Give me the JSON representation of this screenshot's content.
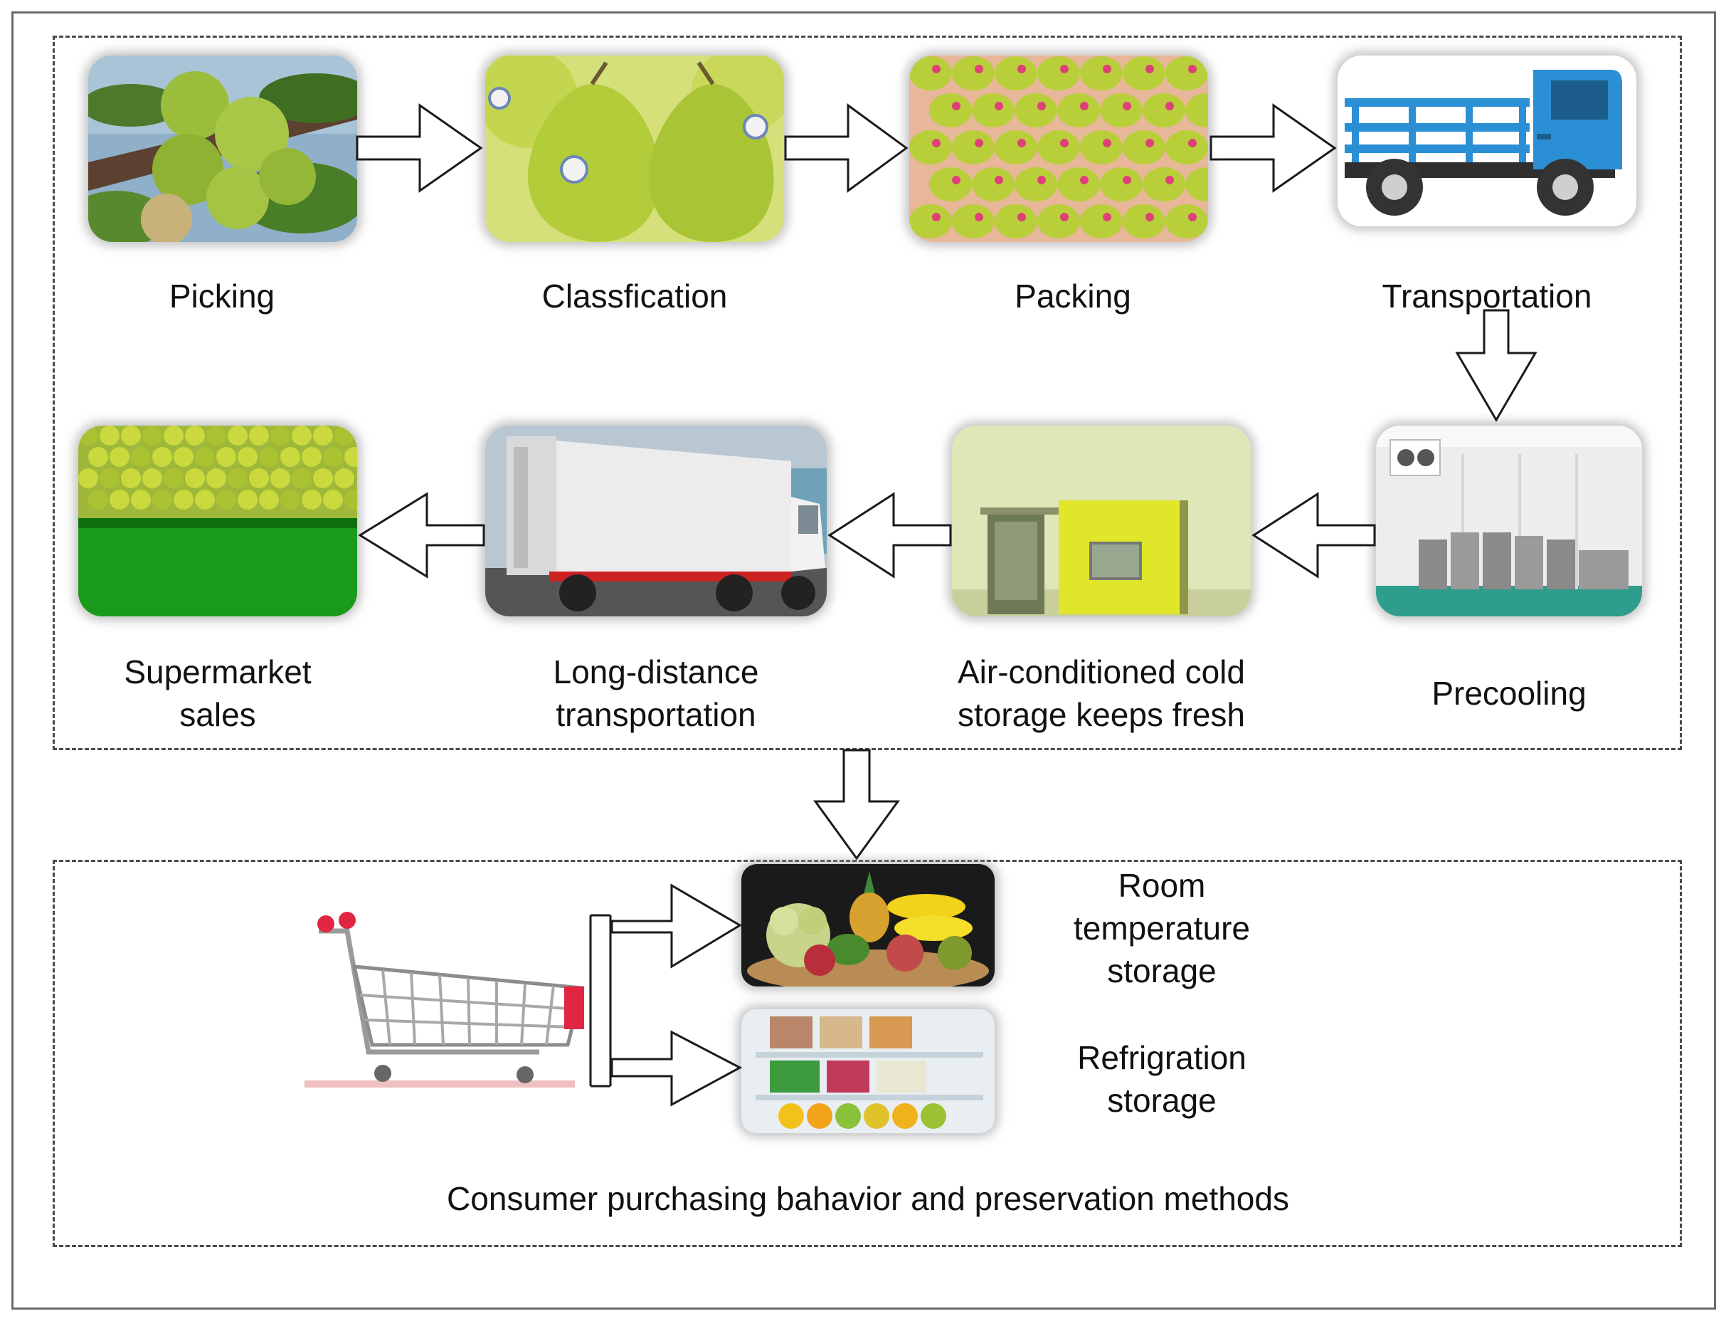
{
  "process": {
    "steps": [
      {
        "id": "picking",
        "label": "Picking"
      },
      {
        "id": "classification",
        "label": "Classfication"
      },
      {
        "id": "packing",
        "label": "Packing"
      },
      {
        "id": "transportation",
        "label": "Transportation"
      },
      {
        "id": "precooling",
        "label": "Precooling"
      },
      {
        "id": "cold_storage",
        "label_line1": "Air-conditioned cold",
        "label_line2": "storage keeps fresh"
      },
      {
        "id": "long_distance",
        "label_line1": "Long-distance",
        "label_line2": "transportation"
      },
      {
        "id": "supermarket",
        "label_line1": "Supermarket",
        "label_line2": "sales"
      }
    ]
  },
  "consumer": {
    "room": {
      "line1": "Room",
      "line2": "temperature",
      "line3": "storage"
    },
    "fridge": {
      "line1": "Refrigration",
      "line2": "storage"
    },
    "caption": "Consumer purchasing bahavior and preservation methods"
  },
  "colors": {
    "pear": "#b8cf3a",
    "pear_dark": "#7f9a1c",
    "truck_blue": "#2b8fd6",
    "sticker": "#e0407a"
  }
}
